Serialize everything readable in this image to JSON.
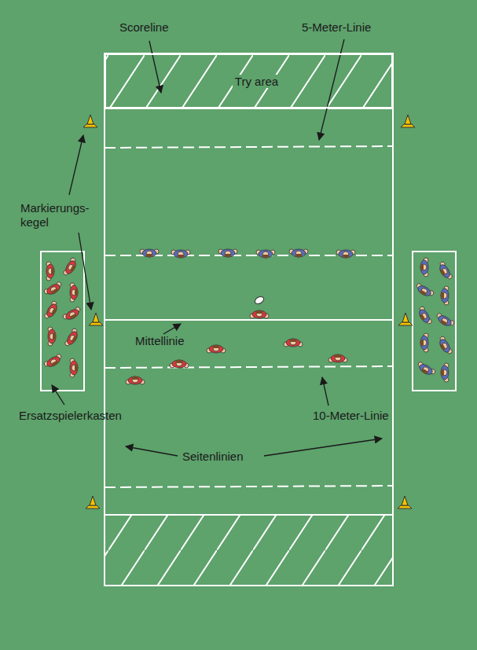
{
  "diagram": {
    "nodes": [
      {
        "text": [
          "Try area"
        ]
      }
    ],
    "labels": [
      "Scoreline",
      "5-Meter-Linie",
      "Markierungs- kegel",
      "Mittellinie",
      "Ersatzspielerkasten",
      "10-Meter-Linie",
      "Seitenlinien"
    ]
  }
}
